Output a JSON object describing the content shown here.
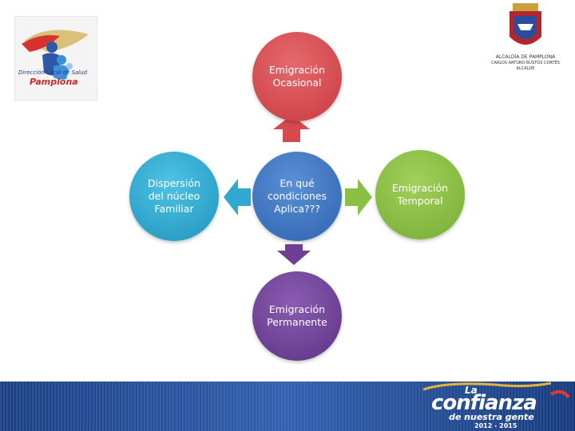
{
  "diagram": {
    "center": {
      "label": "En qué\ncondiciones\nAplica???"
    },
    "top": {
      "label": "Emigración\nOcasional"
    },
    "left": {
      "label": "Dispersión\ndel núcleo\nFamiliar"
    },
    "right": {
      "label": "Emigración\nTemporal"
    },
    "bottom": {
      "label": "Emigración\nPermanente"
    }
  },
  "logos": {
    "left": {
      "line1": "Dirección Local de Salud",
      "line2": "Pamplona"
    },
    "right": {
      "line1": "ALCALDÍA DE PAMPLONA",
      "line2": "CARLOS ARTURO BUSTOS CORTÉS",
      "line3": "ALCALDE"
    }
  },
  "footer": {
    "brand_top": "La",
    "brand_main": "confianza",
    "brand_sub": "de nuestra gente",
    "years": "2012 - 2015"
  },
  "colors": {
    "top": "#d64a4f",
    "left": "#2fa9cf",
    "center": "#3a75c0",
    "right": "#8ac044",
    "bottom": "#6e3f95"
  }
}
